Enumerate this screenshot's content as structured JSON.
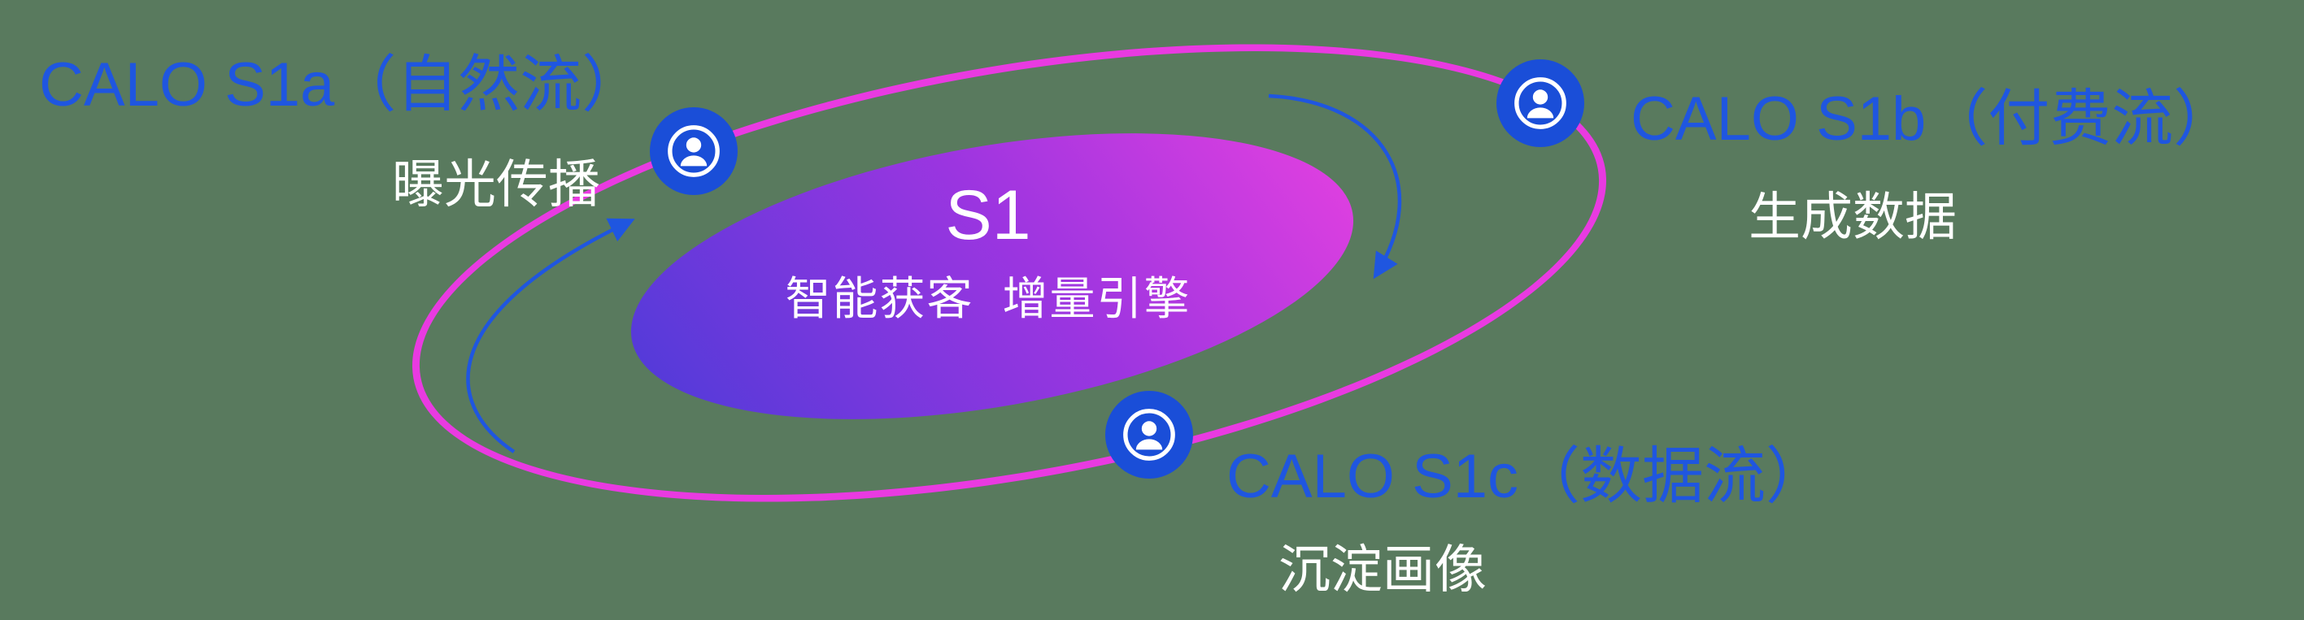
{
  "diagram": {
    "center": {
      "title": "S1",
      "subtitle": "智能获客  增量引擎"
    },
    "satellites": [
      {
        "id": "s1a",
        "title": "CALO S1a（自然流）",
        "subtitle": "曝光传播"
      },
      {
        "id": "s1b",
        "title": "CALO S1b（付费流）",
        "subtitle": "生成数据"
      },
      {
        "id": "s1c",
        "title": "CALO S1c（数据流）",
        "subtitle": "沉淀画像"
      }
    ],
    "icons": {
      "node_icon": "user-circle-icon"
    },
    "colors": {
      "background_green": "#597a5e",
      "label_blue": "#1f56e0",
      "arrow_blue": "#1f56e0",
      "orbit_magenta": "#e93ae1",
      "node_blue": "#1a4ed8",
      "center_gradient_start": "#4b3bd8",
      "center_gradient_mid": "#9c35e0",
      "center_gradient_end": "#e841e0",
      "text_white": "#ffffff"
    }
  }
}
